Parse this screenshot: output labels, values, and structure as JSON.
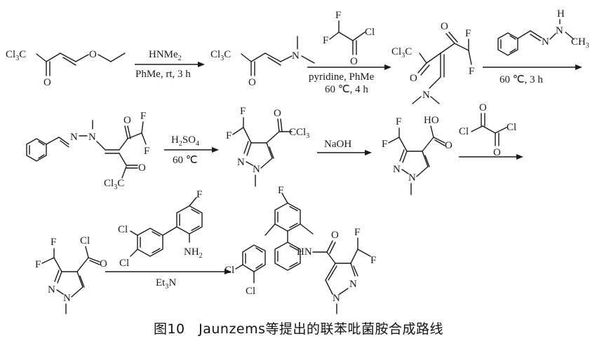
{
  "caption": "图10　Jaunzems等提出的联苯吡菌胺合成路线",
  "reagents": {
    "step1_top": "HNMe",
    "step1_top_sub": "2",
    "step1_bottom": "PhMe, rt, 3 h",
    "step2_bottom1": "pyridine, PhMe",
    "step2_bottom2": "60 ℃, 4 h",
    "step3_bottom": "60 ℃, 3 h",
    "step4_top": "H",
    "step4_top_sub1": "2",
    "step4_top_mid": "SO",
    "step4_top_sub2": "4",
    "step4_bottom": "60 ℃",
    "step5_top": "NaOH",
    "step7_bottom": "Et",
    "step7_bottom_sub": "3",
    "step7_bottom_tail": "N"
  },
  "labels": {
    "Cl3C": "Cl",
    "sub3": "3",
    "C": "C",
    "O": "O",
    "N": "N",
    "NH": "N",
    "H": "H",
    "F": "F",
    "Cl": "Cl",
    "CCl3": "CCl",
    "HO": "HO",
    "HN": "HN",
    "NH2": "NH",
    "sub2": "2",
    "CH3": "CH"
  }
}
